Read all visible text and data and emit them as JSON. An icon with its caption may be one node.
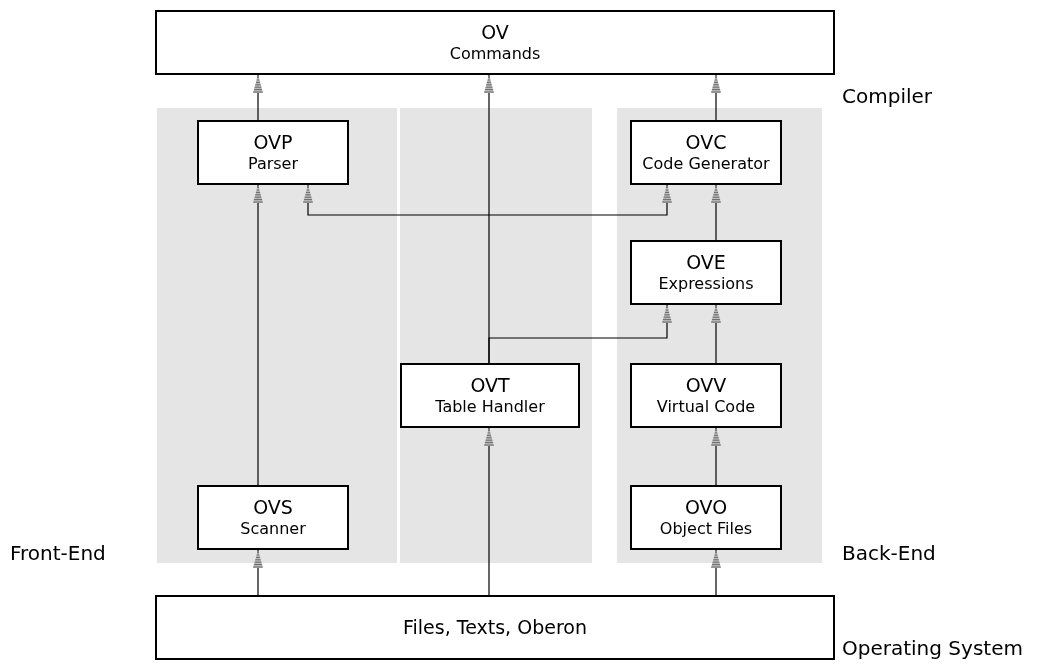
{
  "diagram": {
    "nodes": [
      {
        "text": [
          "OV",
          "Commands"
        ]
      },
      {
        "text": [
          "OVP",
          "Parser"
        ]
      },
      {
        "text": [
          "OVC",
          "Code Generator"
        ]
      },
      {
        "text": [
          "OVE",
          "Expressions"
        ]
      },
      {
        "text": [
          "OVT",
          "Table Handler"
        ]
      },
      {
        "text": [
          "OVV",
          "Virtual Code"
        ]
      },
      {
        "text": [
          "OVS",
          "Scanner"
        ]
      },
      {
        "text": [
          "OVO",
          "Object Files"
        ]
      },
      {
        "text": [
          "Files, Texts, Oberon"
        ]
      }
    ],
    "edges": [
      {
        "from": 1,
        "to": 0,
        "arrow": "to"
      },
      {
        "from": 4,
        "to": 0,
        "arrow": "to"
      },
      {
        "from": 2,
        "to": 0,
        "arrow": "to"
      },
      {
        "from": 1,
        "to": 2,
        "arrow": "both"
      },
      {
        "from": 3,
        "to": 2,
        "arrow": "to"
      },
      {
        "from": 4,
        "to": 3,
        "arrow": "to"
      },
      {
        "from": 5,
        "to": 3,
        "arrow": "to"
      },
      {
        "from": 6,
        "to": 1,
        "arrow": "to"
      },
      {
        "from": 7,
        "to": 5,
        "arrow": "to"
      },
      {
        "from": 8,
        "to": 6,
        "arrow": "to"
      },
      {
        "from": 8,
        "to": 4,
        "arrow": "to"
      },
      {
        "from": 8,
        "to": 7,
        "arrow": "to"
      }
    ],
    "labels": [
      "Compiler",
      "Front-End",
      "Back-End",
      "Operating System"
    ]
  }
}
